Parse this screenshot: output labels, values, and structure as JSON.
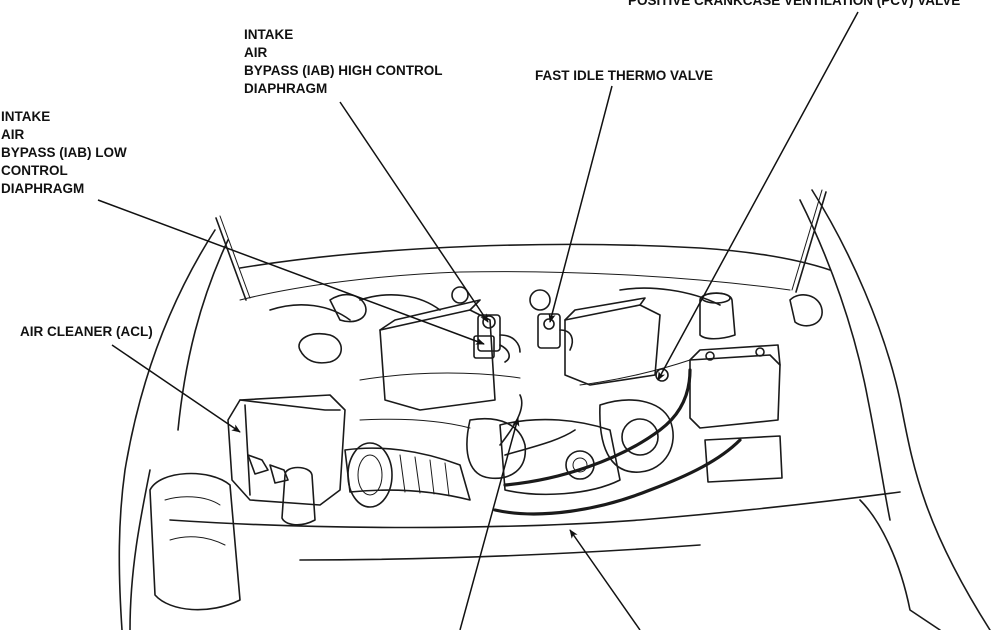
{
  "labels": {
    "pcv_valve": "POSITIVE CRANKCASE VENTILATION (PCV) VALVE",
    "iab_high": [
      "INTAKE",
      "AIR",
      "BYPASS (IAB) HIGH CONTROL",
      "DIAPHRAGM"
    ],
    "fast_idle": "FAST IDLE THERMO VALVE",
    "iab_low": [
      "INTAKE",
      "AIR",
      "BYPASS (IAB) LOW",
      "CONTROL",
      "DIAPHRAGM"
    ],
    "air_cleaner": "AIR CLEANER (ACL)"
  },
  "colors": {
    "ink": "#111111",
    "paper": "#ffffff"
  }
}
